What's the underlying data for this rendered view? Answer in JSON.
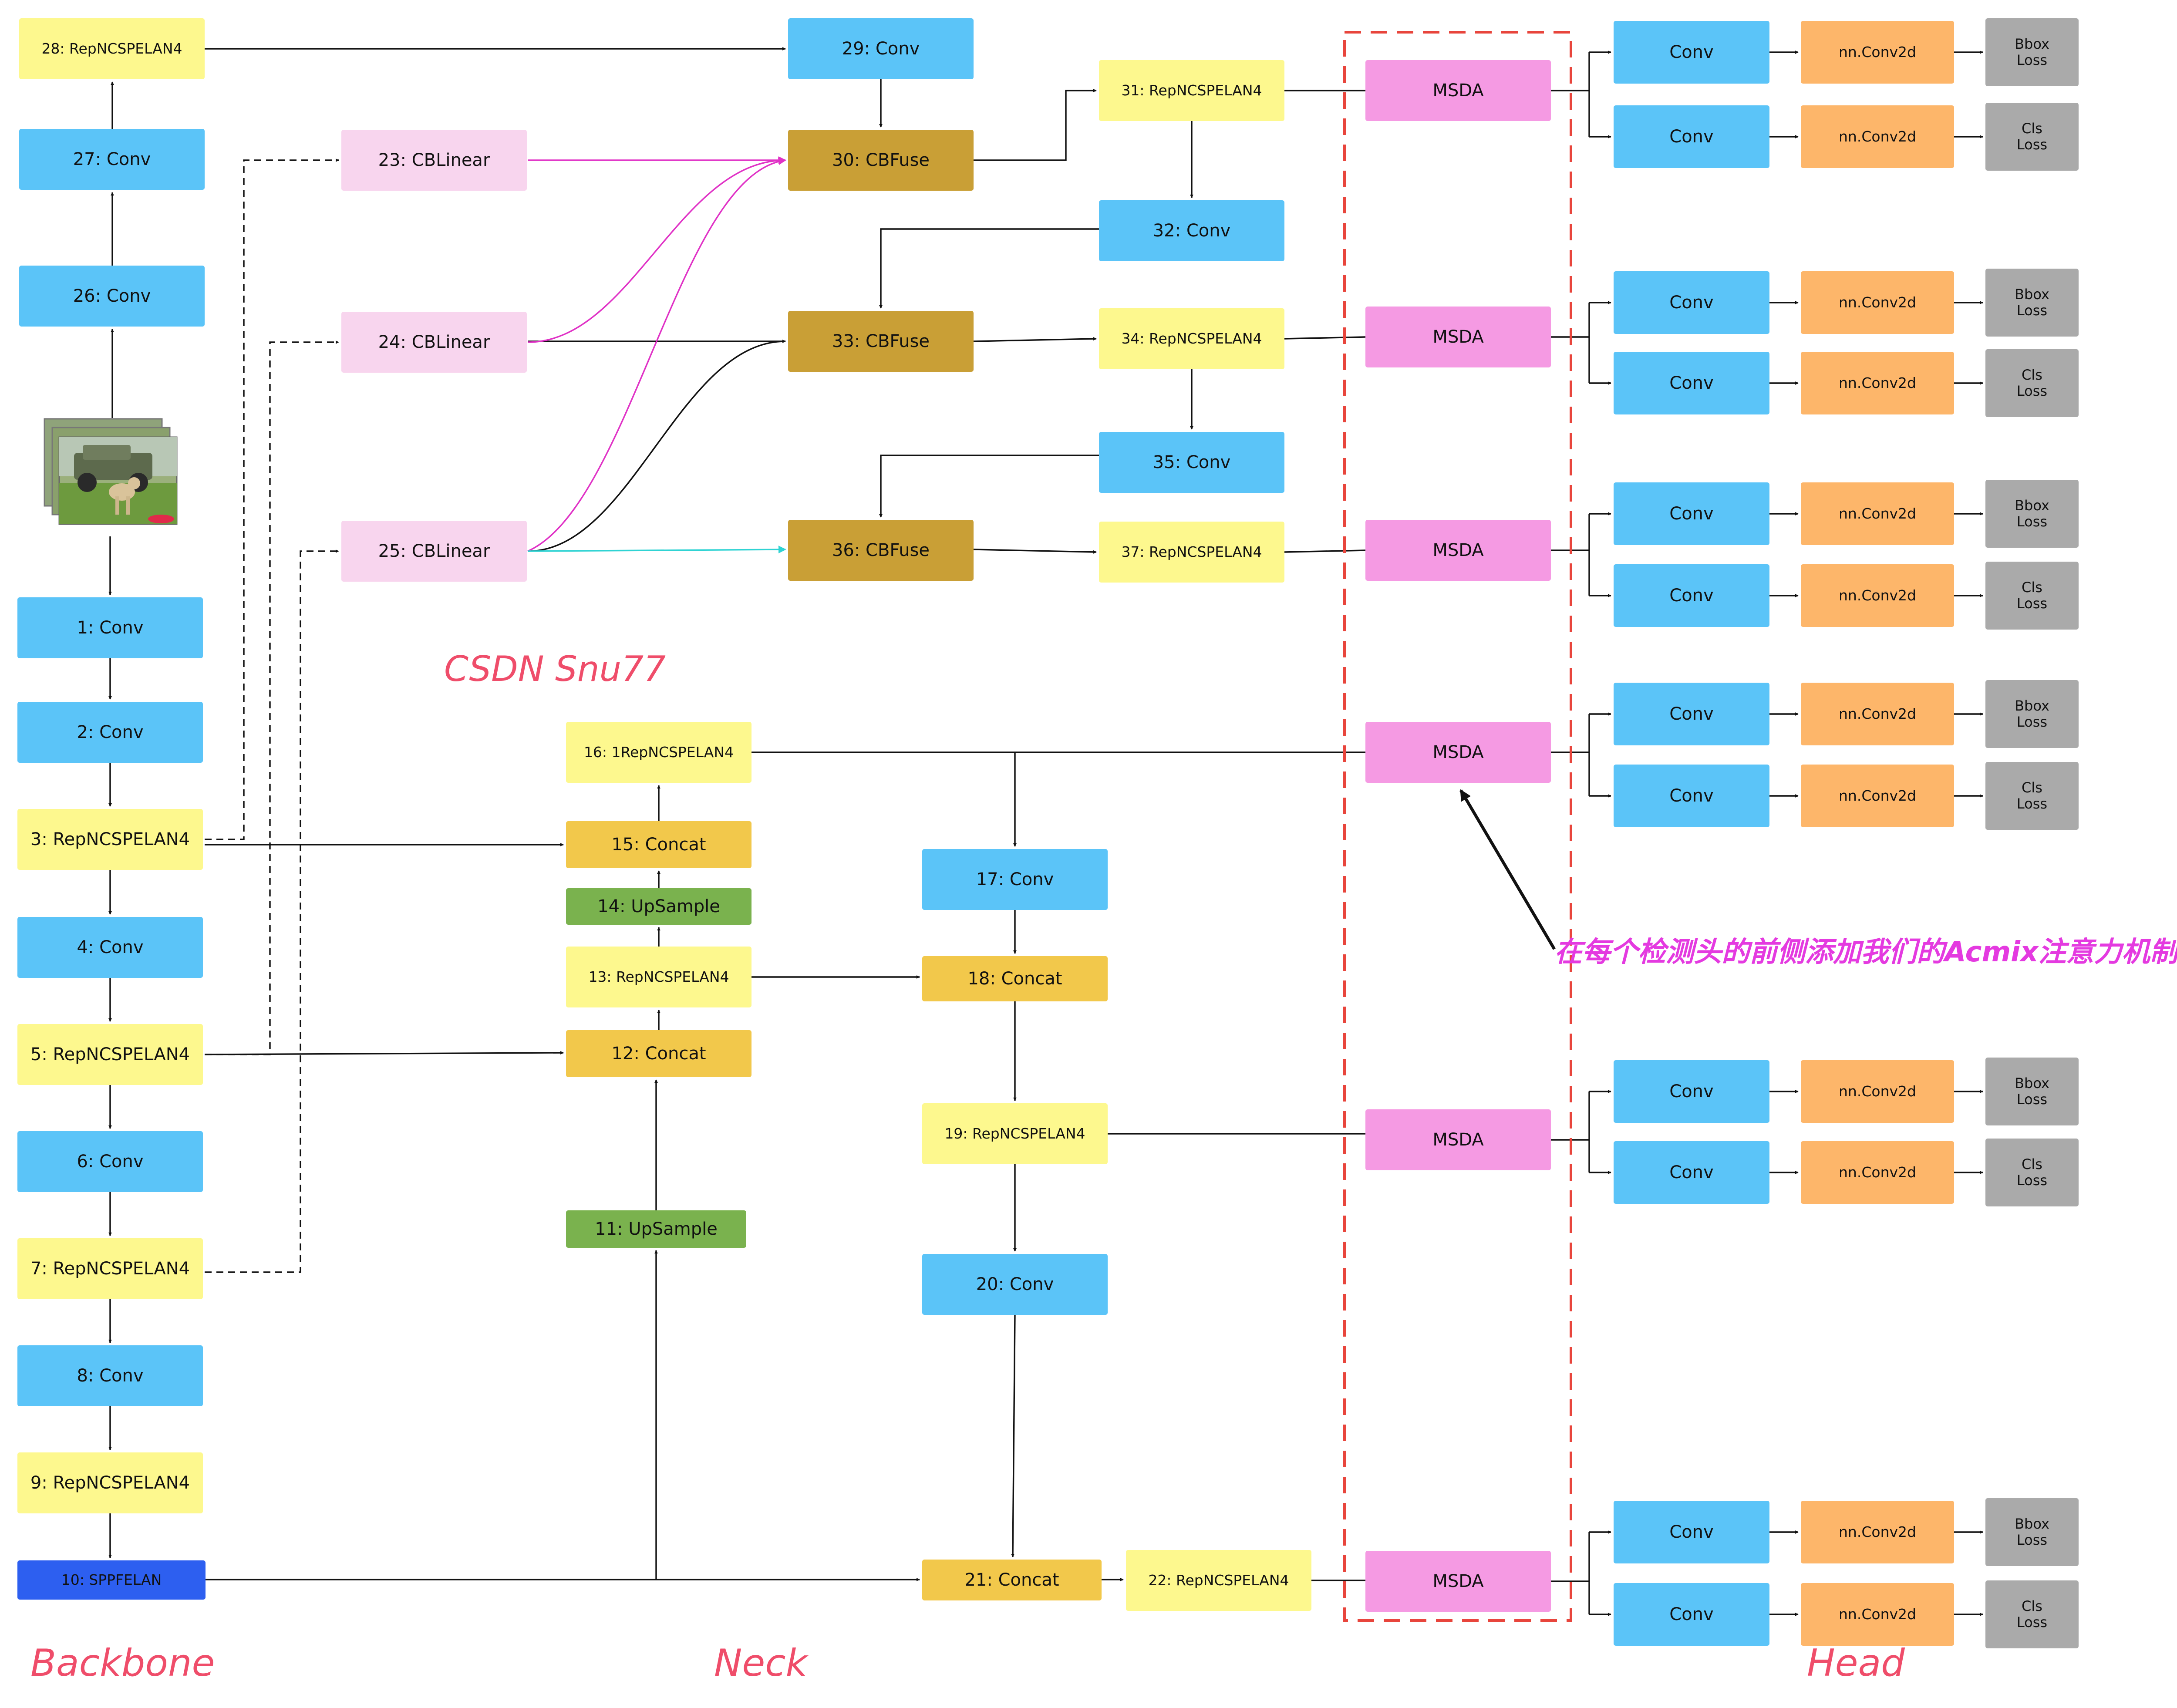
{
  "colors": {
    "conv": "#5bc4f8",
    "rep": "#fdf88e",
    "cblinear": "#f8d5ee",
    "cbfuse": "#c99f36",
    "concat": "#f2c84b",
    "upsample": "#7ab24e",
    "sppf": "#2d5ff0",
    "msda": "#f59ae3",
    "conv2d": "#fdb66a",
    "loss": "#aaaaaa",
    "section_label": "#ef4d6a",
    "annotation": "#e43ae0",
    "dashed_box": "#e8453c"
  },
  "icons": {
    "input_image": "stack-of-photos-jeep-and-dog-icon"
  },
  "backbone": {
    "n1": "1: Conv",
    "n2": "2: Conv",
    "n3": "3: RepNCSPELAN4",
    "n4": "4: Conv",
    "n5": "5: RepNCSPELAN4",
    "n6": "6: Conv",
    "n7": "7: RepNCSPELAN4",
    "n8": "8: Conv",
    "n9": "9: RepNCSPELAN4",
    "n10": "10: SPPFELAN",
    "n26": "26: Conv",
    "n27": "27: Conv",
    "n28": "28: RepNCSPELAN4"
  },
  "neck": {
    "n11": "11: UpSample",
    "n12": "12: Concat",
    "n13": "13: RepNCSPELAN4",
    "n14": "14: UpSample",
    "n15": "15: Concat",
    "n16": "16: 1RepNCSPELAN4",
    "n17": "17: Conv",
    "n18": "18: Concat",
    "n19": "19: RepNCSPELAN4",
    "n20": "20: Conv",
    "n21": "21: Concat",
    "n22": "22: RepNCSPELAN4"
  },
  "aux": {
    "n23": "23: CBLinear",
    "n24": "24: CBLinear",
    "n25": "25: CBLinear",
    "n29": "29: Conv",
    "n30": "30: CBFuse",
    "n31": "31: RepNCSPELAN4",
    "n32": "32: Conv",
    "n33": "33: CBFuse",
    "n34": "34: RepNCSPELAN4",
    "n35": "35: Conv",
    "n36": "36: CBFuse",
    "n37": "37: RepNCSPELAN4"
  },
  "head": {
    "msda": "MSDA",
    "conv": "Conv",
    "conv2d": "nn.Conv2d",
    "bbox_loss": "Bbox\nLoss",
    "cls_loss": "Cls\nLoss"
  },
  "labels": {
    "backbone": "Backbone",
    "neck": "Neck",
    "head": "Head",
    "watermark": "CSDN Snu77",
    "annotation": "在每个检测头的前侧添加我们的Acmix注意力机制"
  }
}
